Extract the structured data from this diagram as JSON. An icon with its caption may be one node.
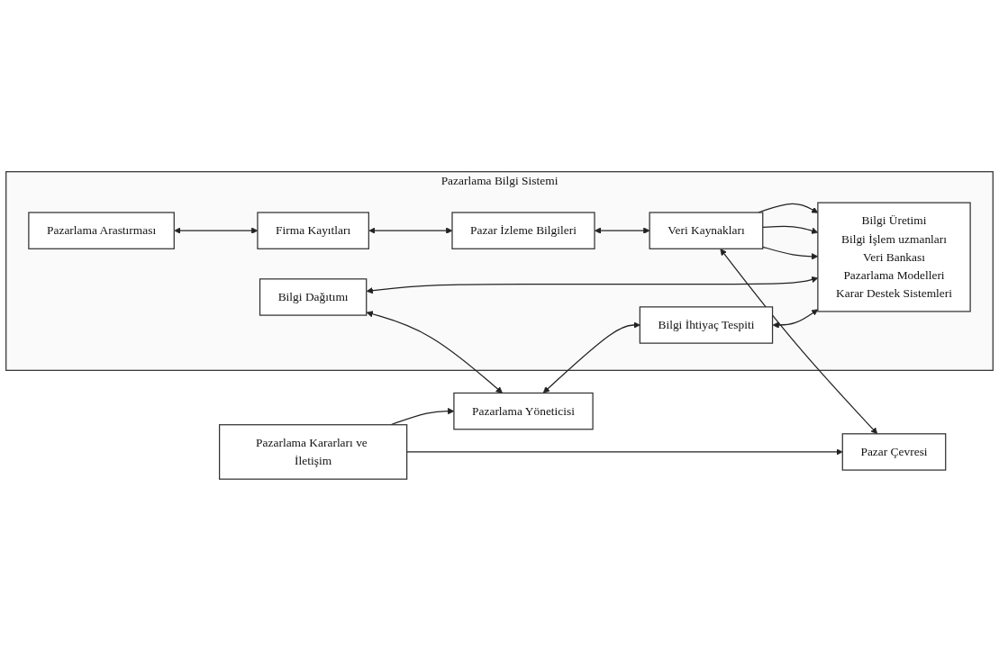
{
  "diagram": {
    "nodes": [
      {
        "text": [
          "Pazarlama Bilgi Sistemi"
        ]
      },
      {
        "text": [
          "Bilgi İhtiyaç Tespiti"
        ],
        "in": 0
      },
      {
        "text": [
          "Pazarlama Yöneticisi"
        ]
      },
      {
        "text": [
          "Bilgi Üretimi",
          "Bilgi İşlem uzmanları",
          "Veri Bankası",
          "Pazarlama Modelleri",
          "Karar Destek Sistemleri"
        ],
        "in": 0
      },
      {
        "text": [
          "Veri Kaynakları"
        ],
        "in": 0
      },
      {
        "text": [
          "Pazarlama Arastırması"
        ],
        "in": 0
      },
      {
        "text": [
          "Firma Kayıtları"
        ],
        "in": 0
      },
      {
        "text": [
          "Pazar İzleme Bilgileri"
        ],
        "in": 0
      },
      {
        "text": [
          "Pazar Çevresi"
        ]
      },
      {
        "text": [
          "Bilgi Dağıtımı"
        ],
        "in": 0
      },
      {
        "text": [
          "Pazarlama Kararları ve İletişim"
        ]
      }
    ],
    "edges": [
      {
        "from": 2,
        "to": 1,
        "arrow": "both"
      },
      {
        "from": 9,
        "to": 2,
        "arrow": "both"
      },
      {
        "from": 1,
        "to": 3,
        "arrow": "both"
      },
      {
        "from": 9,
        "to": 3,
        "arrow": "both"
      },
      {
        "from": 4,
        "to": 3,
        "arrow": "to"
      },
      {
        "from": 4,
        "to": 3,
        "arrow": "to"
      },
      {
        "from": 4,
        "to": 3,
        "arrow": "to"
      },
      {
        "from": 5,
        "to": 6,
        "arrow": "both"
      },
      {
        "from": 6,
        "to": 7,
        "arrow": "both"
      },
      {
        "from": 7,
        "to": 4,
        "arrow": "both"
      },
      {
        "from": 4,
        "to": 8,
        "arrow": "both"
      },
      {
        "from": 10,
        "to": 2,
        "arrow": "to"
      },
      {
        "from": 10,
        "to": 8,
        "arrow": "to"
      }
    ]
  }
}
